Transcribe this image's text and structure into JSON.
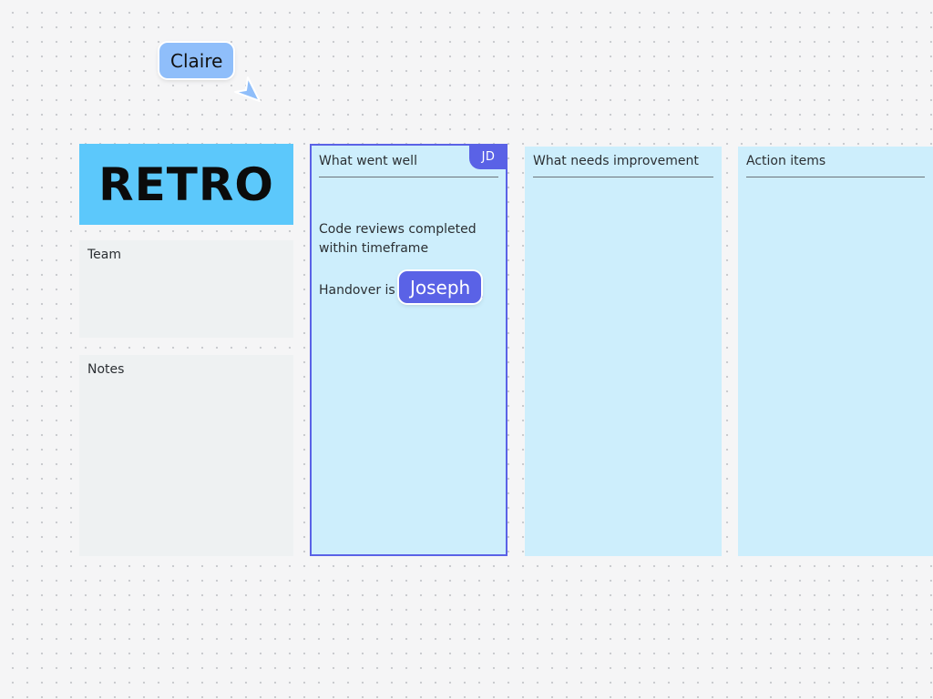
{
  "board": {
    "title": "RETRO",
    "panels": {
      "team_label": "Team",
      "notes_label": "Notes"
    },
    "columns": [
      {
        "header": "What went well",
        "cards": [
          "Code reviews completed within timeframe",
          "Handover is documented"
        ],
        "collaborator_tag": "JD"
      },
      {
        "header": "What needs improvement",
        "cards": []
      },
      {
        "header": "Action items",
        "cards": []
      }
    ]
  },
  "cursors": [
    {
      "name": "Claire",
      "color": "#8fbefa",
      "icon": "pointer-arrow-icon"
    },
    {
      "name": "Joseph",
      "color": "#5a62e6"
    }
  ],
  "colors": {
    "title_bg": "#5cc8fb",
    "column_bg": "#cdeefc",
    "panel_bg": "#eef1f2",
    "selection": "#5a62e6",
    "canvas_bg": "#f5f5f6"
  }
}
